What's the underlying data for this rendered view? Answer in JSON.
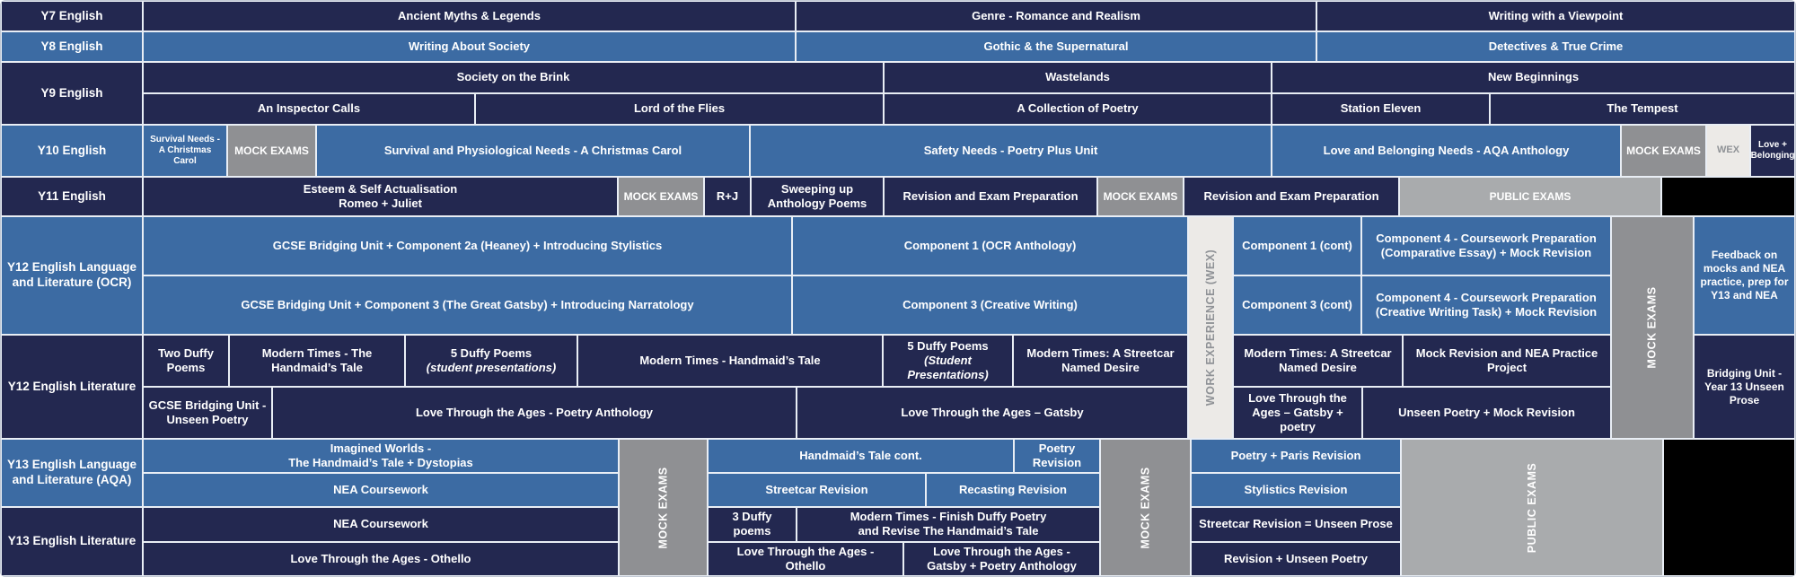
{
  "rows": {
    "y7": {
      "label": "Y7 English",
      "cells": [
        "Ancient Myths & Legends",
        "Genre - Romance and Realism",
        "Writing with a Viewpoint"
      ]
    },
    "y8": {
      "label": "Y8 English",
      "cells": [
        "Writing About Society",
        "Gothic & the Supernatural",
        "Detectives & True Crime"
      ]
    },
    "y9": {
      "label": "Y9 English",
      "row1": [
        "Society on the Brink",
        "Wastelands",
        "New Beginnings"
      ],
      "row2": [
        "An Inspector Calls",
        "Lord of the Flies",
        "A Collection of Poetry",
        "Station Eleven",
        "The Tempest"
      ]
    },
    "y10": {
      "label": "Y10 English",
      "cells": [
        "Survival Needs -\nA Christmas Carol",
        "MOCK EXAMS",
        "Survival and Physiological Needs - A Christmas Carol",
        "Safety Needs - Poetry Plus Unit",
        "Love and Belonging Needs - AQA Anthology",
        "MOCK EXAMS",
        "WEX",
        "Love + Belonging"
      ]
    },
    "y11": {
      "label": "Y11 English",
      "cells": [
        "Esteem & Self Actualisation\nRomeo + Juliet",
        "MOCK EXAMS",
        "R+J",
        "Sweeping up\nAnthology Poems",
        "Revision and Exam Preparation",
        "MOCK EXAMS",
        "Revision and Exam Preparation",
        "PUBLIC EXAMS"
      ]
    },
    "y12_ocr": {
      "label": "Y12 English Language and Literature (OCR)",
      "row1": [
        "GCSE Bridging Unit  + Component 2a (Heaney) + Introducing Stylistics",
        "Component 1 (OCR Anthology)",
        "Component 1 (cont)",
        "Component 4 - Coursework Preparation (Comparative Essay) + Mock Revision"
      ],
      "row2": [
        "GCSE Bridging Unit + Component 3 (The Great Gatsby) + Introducing Narratology",
        "Component 3 (Creative Writing)",
        "Component 3 (cont)",
        "Component 4 - Coursework Preparation (Creative Writing Task) + Mock Revision"
      ],
      "feedback": "Feedback on mocks and NEA practice, prep for Y13 and NEA"
    },
    "y12_lit": {
      "label": "Y12 English Literature",
      "row1": [
        "Two Duffy Poems",
        "Modern Times - The Handmaid’s Tale",
        {
          "line1": "5 Duffy Poems",
          "line2": "(student presentations)"
        },
        "Modern Times - Handmaid’s Tale",
        {
          "line1": "5 Duffy Poems",
          "line2": "(Student\nPresentations)"
        },
        "Modern Times: A Streetcar Named Desire",
        "Modern Times: A Streetcar Named Desire",
        "Mock Revision and NEA Practice Project"
      ],
      "row2": [
        "GCSE Bridging Unit - Unseen Poetry",
        "Love Through the Ages - Poetry Anthology",
        "Love Through the Ages – Gatsby",
        "Love Through the Ages – Gatsby + poetry",
        "Unseen Poetry + Mock Revision"
      ],
      "bridging": "Bridging Unit - Year 13 Unseen Prose"
    },
    "y13_aqa": {
      "label": "Y13 English Language and Literature (AQA)",
      "row1": [
        "Imagined Worlds -\nThe Handmaid’s Tale + Dystopias",
        "Handmaid’s Tale cont.",
        "Poetry\nRevision",
        "Poetry + Paris Revision"
      ],
      "row2": [
        "NEA Coursework",
        "Streetcar Revision",
        "Recasting Revision",
        "Stylistics Revision"
      ]
    },
    "y13_lit": {
      "label": "Y13 English Literature",
      "row1": [
        "NEA Coursework",
        "3 Duffy\npoems",
        "Modern Times - Finish Duffy Poetry\nand Revise The Handmaid’s Tale",
        "Streetcar Revision = Unseen Prose"
      ],
      "row2": [
        "Love Through the Ages - Othello",
        "Love Through the Ages -\nOthello",
        "Love Through the Ages -\nGatsby + Poetry Anthology",
        "Revision + Unseen Poetry"
      ]
    }
  },
  "strips": {
    "work_experience": "WORK EXPERIENCE (WEX)",
    "mock_exams": "MOCK EXAMS",
    "public_exams": "PUBLIC EXAMS"
  },
  "colors": {
    "navy": "#232850",
    "steel": "#3c6ba3",
    "mock_gray": "#8f9093",
    "public_gray": "#a9abad",
    "wex_light": "#eceae7",
    "black": "#000000"
  }
}
